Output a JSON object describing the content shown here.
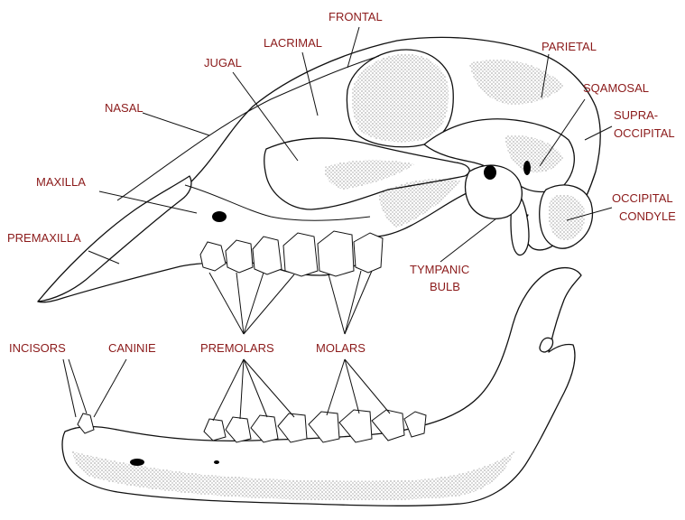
{
  "labels": {
    "frontal": "FRONTAL",
    "lacrimal": "LACRIMAL",
    "jugal": "JUGAL",
    "parietal": "PARIETAL",
    "sqamosal": "SQAMOSAL",
    "supra_occipital_line1": "SUPRA-",
    "supra_occipital_line2": "OCCIPITAL",
    "nasal": "NASAL",
    "maxilla": "MAXILLA",
    "occipital_condyle_line1": "OCCIPITAL",
    "occipital_condyle_line2": "CONDYLE",
    "premaxilla": "PREMAXILLA",
    "tympanic_bulb_line1": "TYMPANIC",
    "tympanic_bulb_line2": "BULB",
    "incisors": "INCISORS",
    "caninie": "CANINIE",
    "premolars_upper": "PREMOLARS",
    "molars_upper": "MOLARS"
  },
  "colors": {
    "label": "#8b1a1a",
    "line": "#111111",
    "background": "#ffffff"
  }
}
